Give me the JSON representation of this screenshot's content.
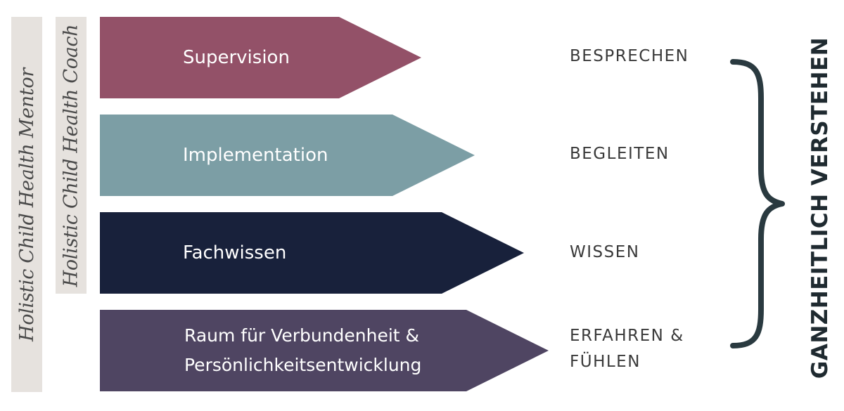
{
  "vertical_labels": {
    "mentor": "Holistic Child Health Mentor",
    "coach": "Holistic Child Health Coach"
  },
  "arrows": [
    {
      "label": "Supervision",
      "color": "#935168"
    },
    {
      "label": "Implementation",
      "color": "#7c9ea5"
    },
    {
      "label": "Fachwissen",
      "color": "#18213b"
    },
    {
      "label": "Raum für Verbundenheit &\nPersönlichkeitsentwicklung",
      "color": "#4f4562"
    }
  ],
  "side_labels": [
    "BESPRECHEN",
    "BEGLEITEN",
    "WISSEN",
    "ERFAHREN &\nFÜHLEN"
  ],
  "right_title": "GANZHEITLICH VERSTEHEN",
  "colors": {
    "bar_background": "#e6e2de",
    "brace": "#2a3a40"
  }
}
